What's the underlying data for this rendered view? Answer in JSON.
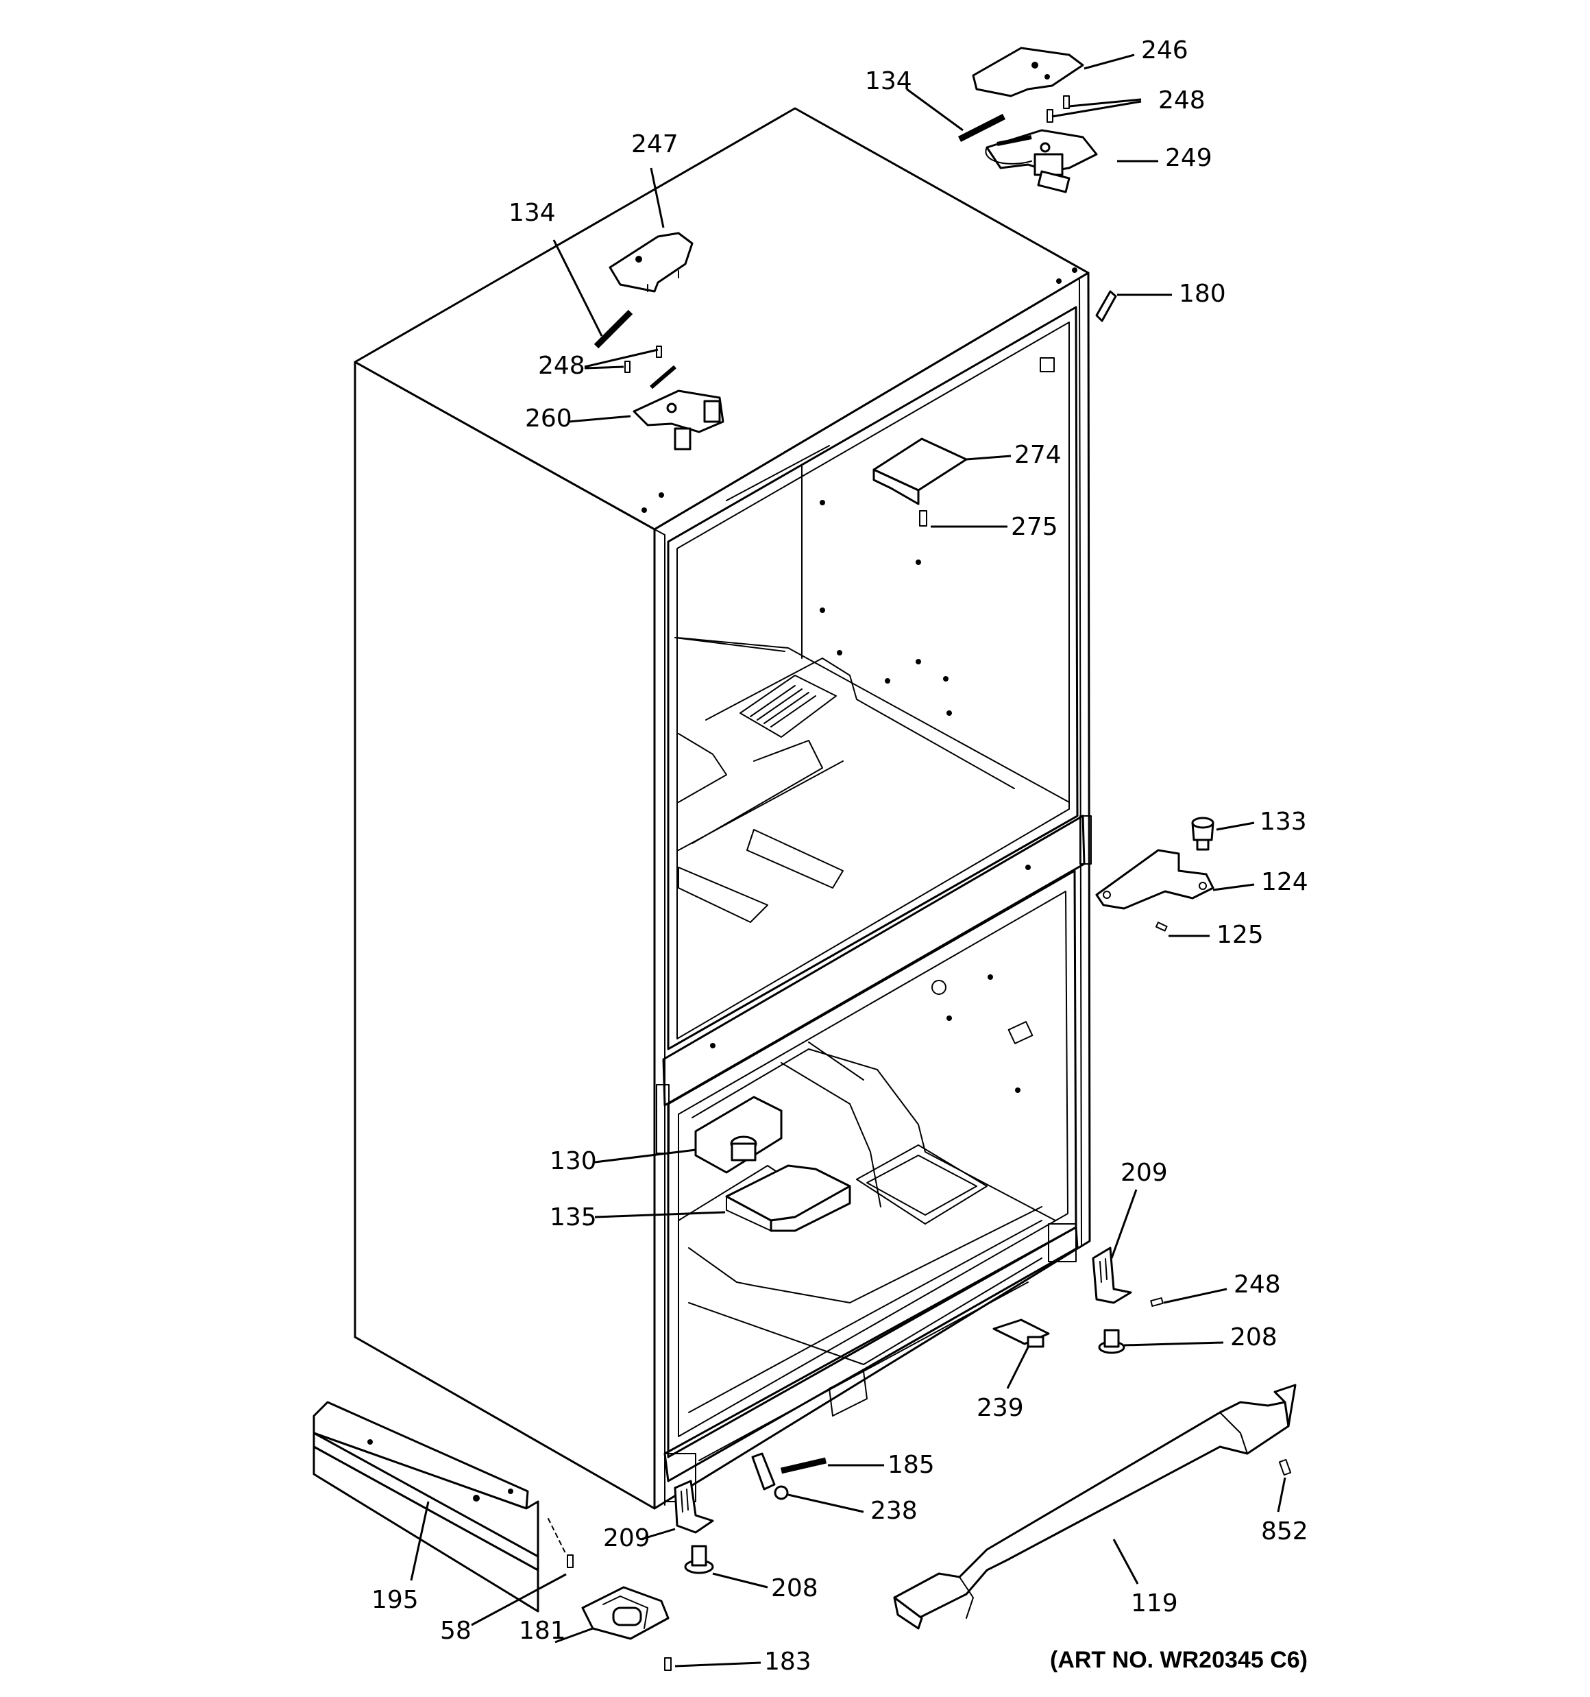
{
  "callouts": [
    {
      "id": "c246",
      "label": "246"
    },
    {
      "id": "c134a",
      "label": "134"
    },
    {
      "id": "c248a",
      "label": "248"
    },
    {
      "id": "c249",
      "label": "249"
    },
    {
      "id": "c247",
      "label": "247"
    },
    {
      "id": "c134b",
      "label": "134"
    },
    {
      "id": "c180",
      "label": "180"
    },
    {
      "id": "c248b",
      "label": "248"
    },
    {
      "id": "c260",
      "label": "260"
    },
    {
      "id": "c274",
      "label": "274"
    },
    {
      "id": "c275",
      "label": "275"
    },
    {
      "id": "c133",
      "label": "133"
    },
    {
      "id": "c124",
      "label": "124"
    },
    {
      "id": "c125",
      "label": "125"
    },
    {
      "id": "c209a",
      "label": "209"
    },
    {
      "id": "c130",
      "label": "130"
    },
    {
      "id": "c135",
      "label": "135"
    },
    {
      "id": "c248c",
      "label": "248"
    },
    {
      "id": "c208a",
      "label": "208"
    },
    {
      "id": "c239",
      "label": "239"
    },
    {
      "id": "c185",
      "label": "185"
    },
    {
      "id": "c238",
      "label": "238"
    },
    {
      "id": "c852",
      "label": "852"
    },
    {
      "id": "c119",
      "label": "119"
    },
    {
      "id": "c195",
      "label": "195"
    },
    {
      "id": "c209b",
      "label": "209"
    },
    {
      "id": "c208b",
      "label": "208"
    },
    {
      "id": "c58",
      "label": "58"
    },
    {
      "id": "c181",
      "label": "181"
    },
    {
      "id": "c183",
      "label": "183"
    }
  ],
  "art_number": "(ART NO. WR20345 C6)"
}
